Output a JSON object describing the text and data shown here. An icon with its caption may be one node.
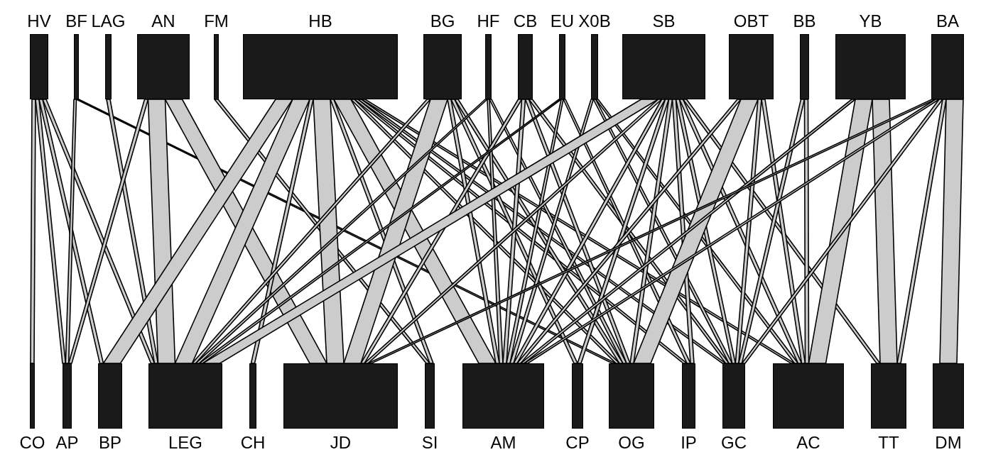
{
  "diagram": {
    "nodes": [
      {
        "text": [
          "HV"
        ]
      },
      {
        "text": [
          "BF"
        ]
      },
      {
        "text": [
          "LAG"
        ]
      },
      {
        "text": [
          "AN"
        ]
      },
      {
        "text": [
          "FM"
        ]
      },
      {
        "text": [
          "HB"
        ]
      },
      {
        "text": [
          "BG"
        ]
      },
      {
        "text": [
          "HF"
        ]
      },
      {
        "text": [
          "CB"
        ]
      },
      {
        "text": [
          "EU"
        ]
      },
      {
        "text": [
          "X0B"
        ]
      },
      {
        "text": [
          "SB"
        ]
      },
      {
        "text": [
          "OBT"
        ]
      },
      {
        "text": [
          "BB"
        ]
      },
      {
        "text": [
          "YB"
        ]
      },
      {
        "text": [
          "BA"
        ]
      },
      {
        "text": [
          "CO"
        ]
      },
      {
        "text": [
          "AP"
        ]
      },
      {
        "text": [
          "BP"
        ]
      },
      {
        "text": [
          "LEG"
        ]
      },
      {
        "text": [
          "CH"
        ]
      },
      {
        "text": [
          "JD"
        ]
      },
      {
        "text": [
          "SI"
        ]
      },
      {
        "text": [
          "AM"
        ]
      },
      {
        "text": [
          "CP"
        ]
      },
      {
        "text": [
          "OG"
        ]
      },
      {
        "text": [
          "IP"
        ]
      },
      {
        "text": [
          "GC"
        ]
      },
      {
        "text": [
          "AC"
        ]
      },
      {
        "text": [
          "TT"
        ]
      },
      {
        "text": [
          "DM"
        ]
      }
    ],
    "edges": [
      {
        "from": 0,
        "to": 16,
        "arrow": "none"
      },
      {
        "from": 0,
        "to": 17,
        "arrow": "none"
      },
      {
        "from": 0,
        "to": 18,
        "arrow": "none"
      },
      {
        "from": 0,
        "to": 19,
        "arrow": "none"
      },
      {
        "from": 1,
        "to": 17,
        "arrow": "none"
      },
      {
        "from": 1,
        "to": 25,
        "arrow": "none"
      },
      {
        "from": 2,
        "to": 19,
        "arrow": "none"
      },
      {
        "from": 3,
        "to": 17,
        "arrow": "none"
      },
      {
        "from": 3,
        "to": 19,
        "arrow": "none",
        "style": "thick"
      },
      {
        "from": 3,
        "to": 21,
        "arrow": "none",
        "style": "thick"
      },
      {
        "from": 4,
        "to": 22,
        "arrow": "none"
      },
      {
        "from": 5,
        "to": 18,
        "arrow": "none",
        "style": "thick"
      },
      {
        "from": 5,
        "to": 19,
        "arrow": "none",
        "style": "thick"
      },
      {
        "from": 5,
        "to": 20,
        "arrow": "none"
      },
      {
        "from": 5,
        "to": 21,
        "arrow": "none",
        "style": "thick"
      },
      {
        "from": 5,
        "to": 22,
        "arrow": "none"
      },
      {
        "from": 5,
        "to": 23,
        "arrow": "none",
        "style": "thick"
      },
      {
        "from": 5,
        "to": 25,
        "arrow": "none"
      },
      {
        "from": 5,
        "to": 26,
        "arrow": "none"
      },
      {
        "from": 5,
        "to": 27,
        "arrow": "none"
      },
      {
        "from": 5,
        "to": 28,
        "arrow": "none"
      },
      {
        "from": 6,
        "to": 19,
        "arrow": "none"
      },
      {
        "from": 6,
        "to": 21,
        "arrow": "none",
        "style": "thick"
      },
      {
        "from": 6,
        "to": 23,
        "arrow": "none"
      },
      {
        "from": 6,
        "to": 24,
        "arrow": "none"
      },
      {
        "from": 6,
        "to": 25,
        "arrow": "none"
      },
      {
        "from": 7,
        "to": 19,
        "arrow": "none"
      },
      {
        "from": 7,
        "to": 23,
        "arrow": "none"
      },
      {
        "from": 7,
        "to": 25,
        "arrow": "none"
      },
      {
        "from": 8,
        "to": 21,
        "arrow": "none"
      },
      {
        "from": 8,
        "to": 23,
        "arrow": "none"
      },
      {
        "from": 8,
        "to": 25,
        "arrow": "none"
      },
      {
        "from": 8,
        "to": 27,
        "arrow": "none"
      },
      {
        "from": 9,
        "to": 19,
        "arrow": "none"
      },
      {
        "from": 9,
        "to": 23,
        "arrow": "none"
      },
      {
        "from": 9,
        "to": 26,
        "arrow": "none"
      },
      {
        "from": 10,
        "to": 23,
        "arrow": "none"
      },
      {
        "from": 10,
        "to": 27,
        "arrow": "none"
      },
      {
        "from": 10,
        "to": 28,
        "arrow": "none"
      },
      {
        "from": 11,
        "to": 19,
        "arrow": "none",
        "style": "thick"
      },
      {
        "from": 11,
        "to": 21,
        "arrow": "none"
      },
      {
        "from": 11,
        "to": 23,
        "arrow": "none"
      },
      {
        "from": 11,
        "to": 24,
        "arrow": "none"
      },
      {
        "from": 11,
        "to": 25,
        "arrow": "none"
      },
      {
        "from": 11,
        "to": 26,
        "arrow": "none"
      },
      {
        "from": 11,
        "to": 27,
        "arrow": "none"
      },
      {
        "from": 11,
        "to": 28,
        "arrow": "none"
      },
      {
        "from": 11,
        "to": 29,
        "arrow": "none"
      },
      {
        "from": 12,
        "to": 23,
        "arrow": "none"
      },
      {
        "from": 12,
        "to": 25,
        "arrow": "none",
        "style": "thick"
      },
      {
        "from": 12,
        "to": 27,
        "arrow": "none"
      },
      {
        "from": 12,
        "to": 28,
        "arrow": "none"
      },
      {
        "from": 13,
        "to": 27,
        "arrow": "none"
      },
      {
        "from": 13,
        "to": 28,
        "arrow": "none"
      },
      {
        "from": 14,
        "to": 23,
        "arrow": "none"
      },
      {
        "from": 14,
        "to": 28,
        "arrow": "none",
        "style": "thick"
      },
      {
        "from": 14,
        "to": 29,
        "arrow": "none",
        "style": "thick"
      },
      {
        "from": 15,
        "to": 21,
        "arrow": "none"
      },
      {
        "from": 15,
        "to": 23,
        "arrow": "none"
      },
      {
        "from": 15,
        "to": 27,
        "arrow": "none"
      },
      {
        "from": 15,
        "to": 29,
        "arrow": "none"
      },
      {
        "from": 15,
        "to": 30,
        "arrow": "none",
        "style": "thick"
      }
    ]
  }
}
